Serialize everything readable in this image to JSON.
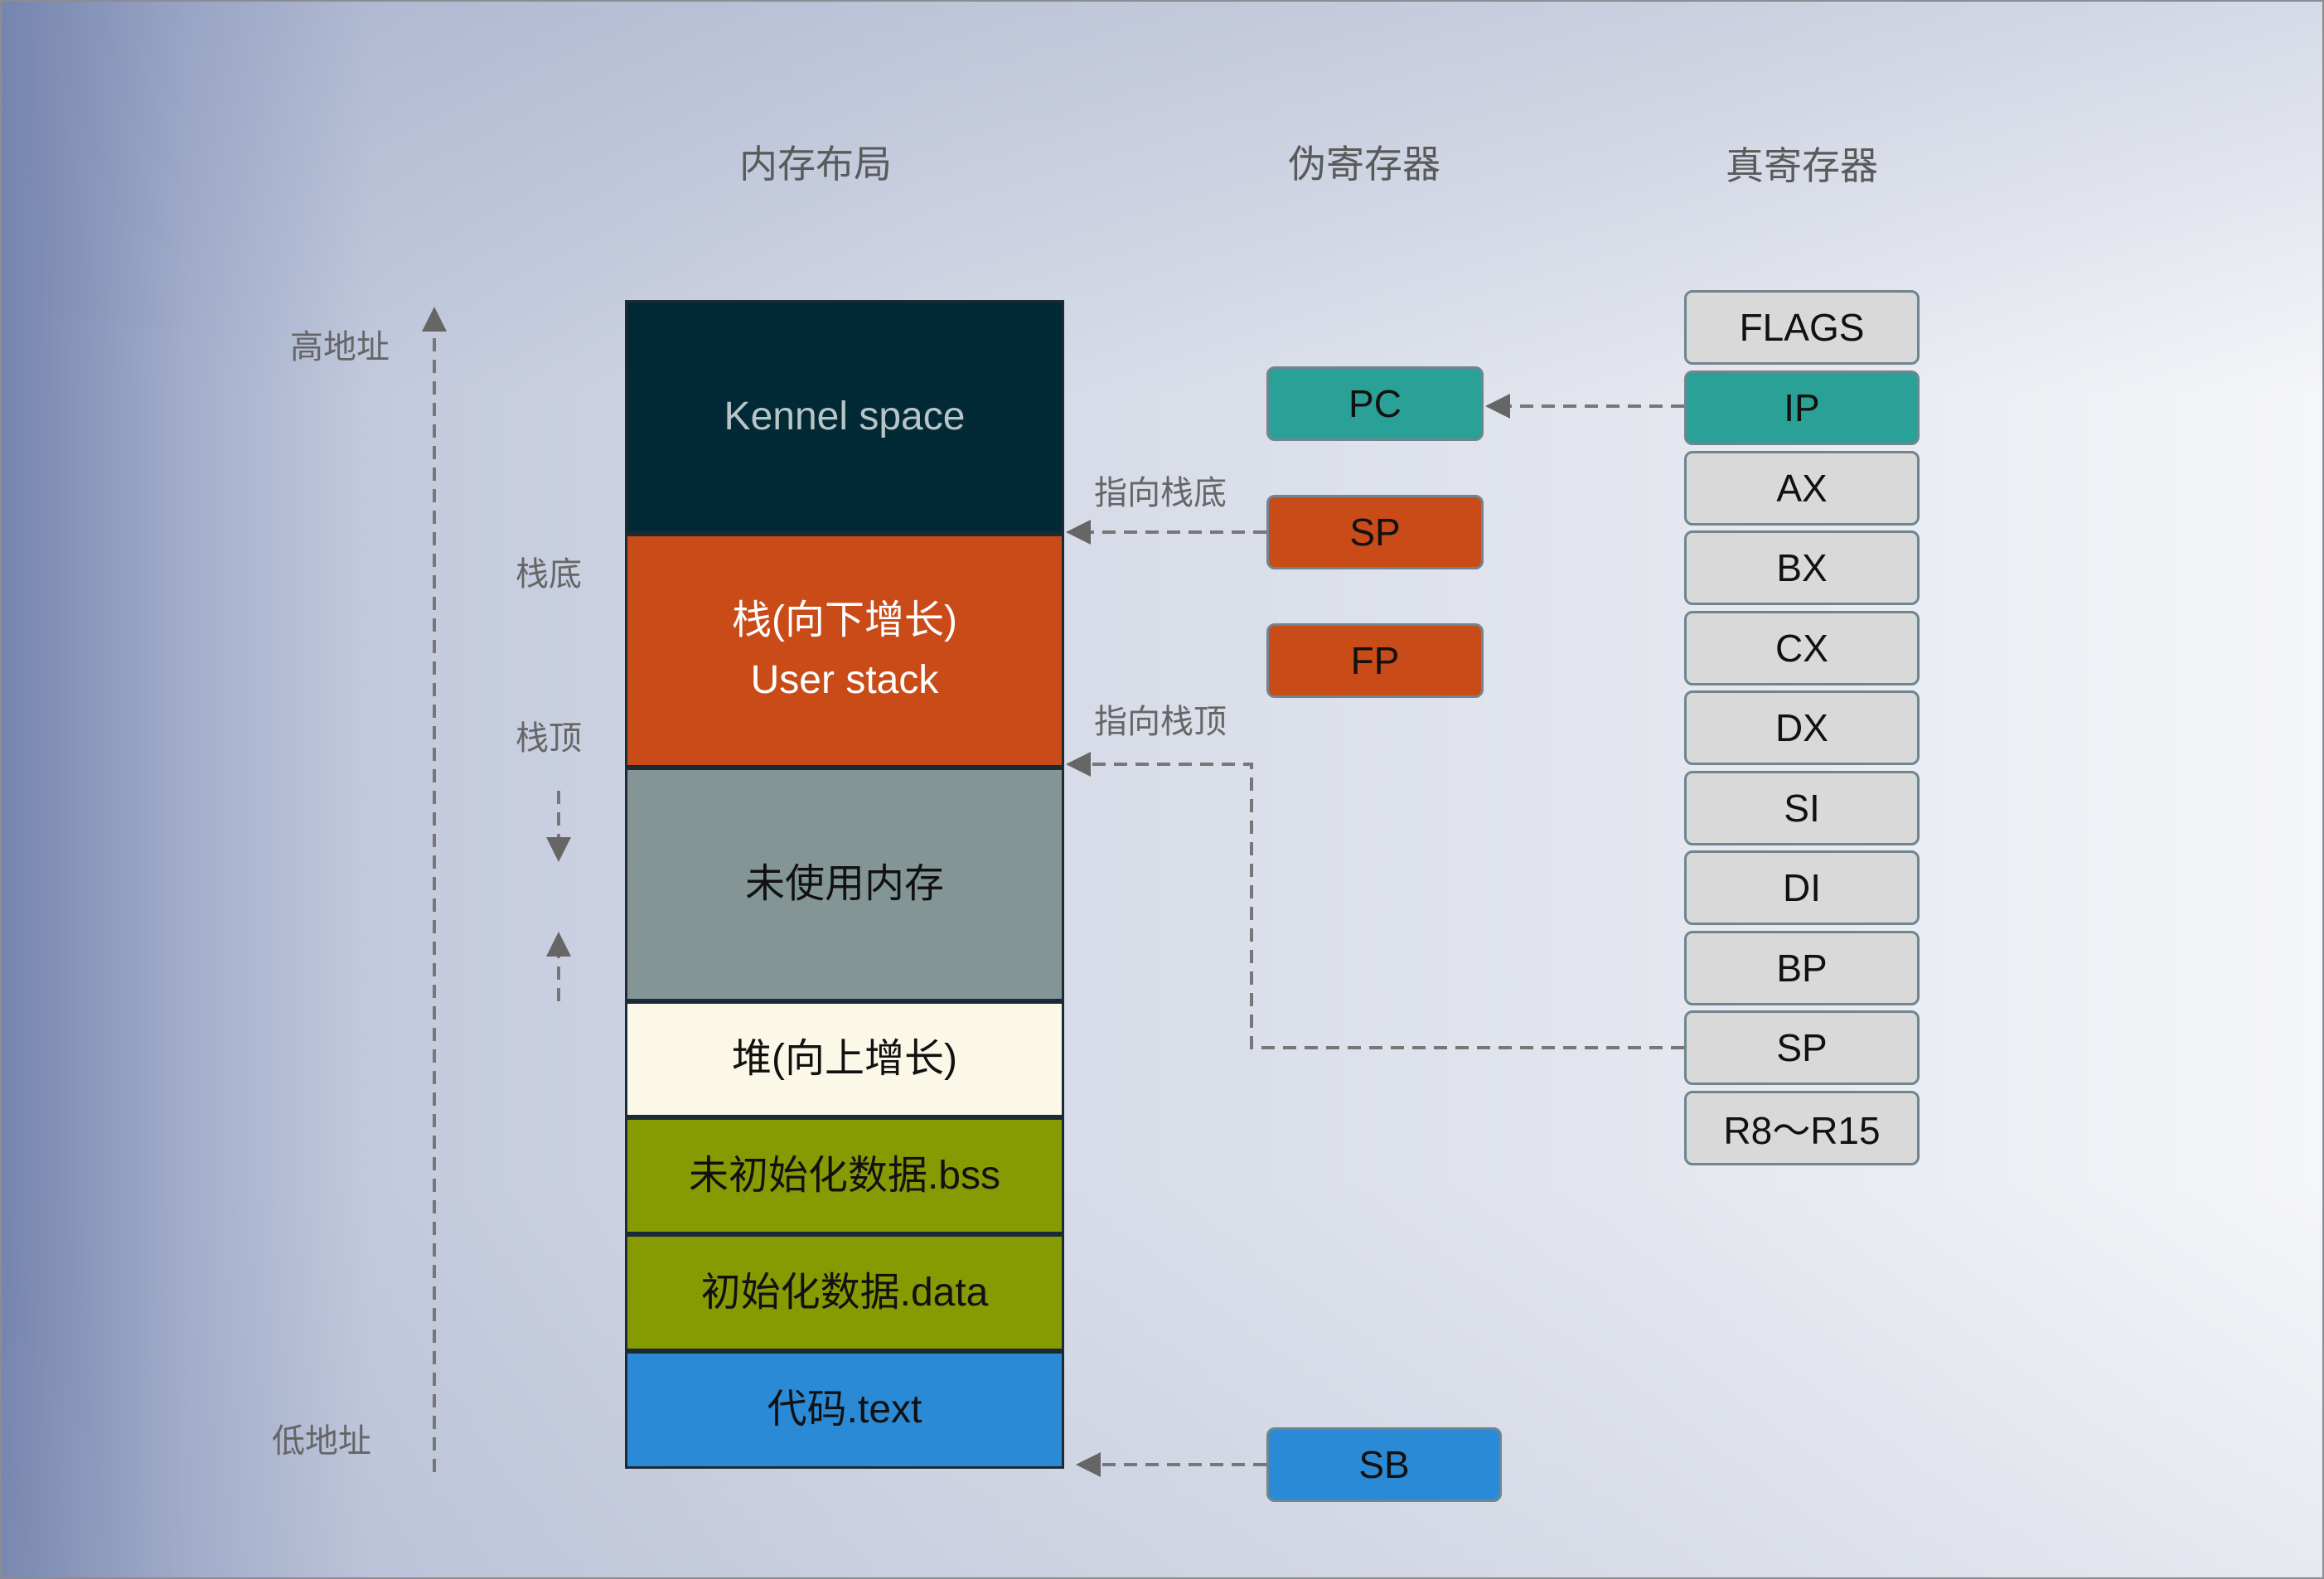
{
  "headings": {
    "memory_layout": "内存布局",
    "pseudo_registers": "伪寄存器",
    "real_registers": "真寄存器"
  },
  "axis": {
    "high_address": "高地址",
    "low_address": "低地址"
  },
  "stack_markers": {
    "stack_bottom": "栈底",
    "stack_top": "栈顶"
  },
  "memory_segments": {
    "kernel": "Kennel space",
    "stack_line1": "栈(向下增长)",
    "stack_line2": "User stack",
    "unused": "未使用内存",
    "heap": "堆(向上增长)",
    "bss": "未初始化数据.bss",
    "data": "初始化数据.data",
    "text": "代码.text"
  },
  "pseudo_registers": {
    "pc": "PC",
    "sp": "SP",
    "fp": "FP",
    "sb": "SB"
  },
  "annotations": {
    "points_to_stack_bottom": "指向栈底",
    "points_to_stack_top": "指向栈顶"
  },
  "real_registers": [
    "FLAGS",
    "IP",
    "AX",
    "BX",
    "CX",
    "DX",
    "SI",
    "DI",
    "BP",
    "SP",
    "R8～R15"
  ],
  "colors": {
    "kernel": "#022a36",
    "stack": "#c94b18",
    "unused": "#849596",
    "heap": "#fcf8e8",
    "data_green": "#869b02",
    "text_blue": "#2b8ad6",
    "teal": "#2aa197",
    "register_gray": "#d9d9d9"
  }
}
